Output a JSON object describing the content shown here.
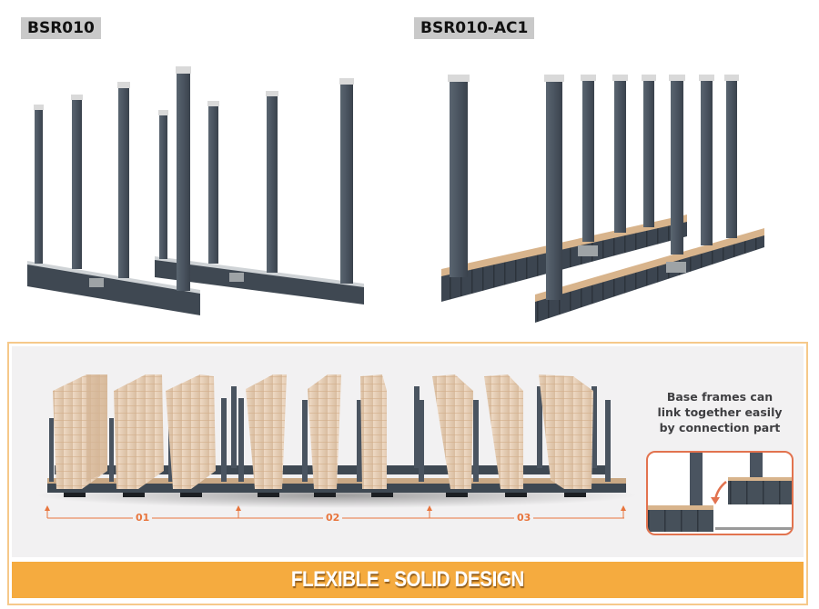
{
  "products": [
    {
      "code": "BSR010",
      "image": "bundle-rack-pair-aluminum-rail"
    },
    {
      "code": "BSR010-AC1",
      "image": "bundle-rack-pair-wood-rail"
    }
  ],
  "feature_panel": {
    "note": [
      "Base frames can",
      "link together easily",
      "by connection part"
    ],
    "segments": [
      "01",
      "02",
      "03"
    ],
    "banner": "FLEXIBLE - SOLID DESIGN"
  },
  "colors": {
    "steel": "#4b5560",
    "cap": "#d9d9d9",
    "wood": "#d8b48c",
    "accent_orange": "#f5ab3f",
    "annotation_orange": "#e8753d",
    "panel_border": "#f6c98a"
  }
}
